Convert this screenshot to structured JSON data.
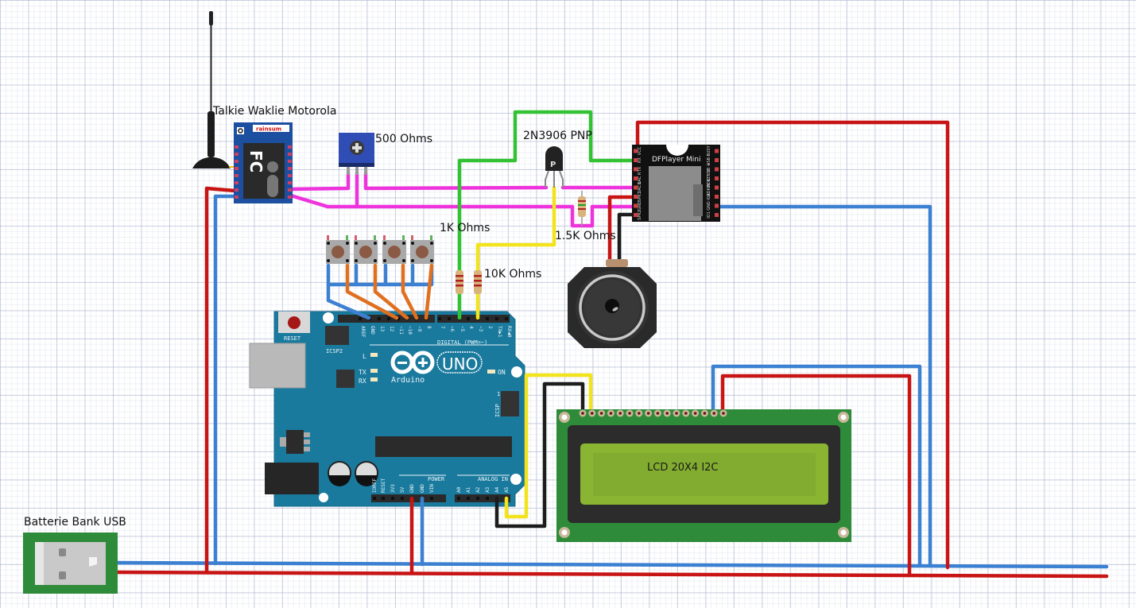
{
  "diagram": {
    "type": "breadboard-schematic",
    "labels": {
      "walkie": "Talkie Waklie Motorola",
      "pot": "500 Ohms",
      "transistor": "2N3906 PNP",
      "r1k": "1K Ohms",
      "r1_5k": "1.5K Ohms",
      "r10k": "10K Ohms",
      "lcd": "LCD 20X4 I2C",
      "battery": "Batterie Bank USB"
    },
    "components": {
      "radio_module": {
        "brand": "rainsum",
        "marking": "FC"
      },
      "transistor_mark": "P",
      "dfplayer": {
        "title": "DFPlayer Mini",
        "left_pins": [
          "VCC",
          "RX",
          "TX",
          "DAC R",
          "DAC L",
          "SPK1",
          "GND",
          "SPK2"
        ],
        "right_pins": [
          "BUSY",
          "USB -",
          "USB +",
          "ADKEY 2",
          "ADKEY 1",
          "IO2",
          "GND",
          "IO1"
        ]
      },
      "arduino": {
        "brand": "Arduino",
        "model": "UNO",
        "reset": "RESET",
        "icsp2": "ICSP2",
        "icsp": "ICSP",
        "icsp_pin1": "1",
        "led_l": "L",
        "led_tx": "TX",
        "led_rx": "RX",
        "led_on": "ON",
        "digital_label": "DIGITAL (PWM=~)",
        "digital_pins": [
          "AREF",
          "GND",
          "13",
          "12",
          "~11",
          "~10",
          "~9",
          "8",
          "7",
          "~6",
          "~5",
          "4",
          "~3",
          "2",
          "TX▶1",
          "RX◀0"
        ],
        "power_label": "POWER",
        "power_pins": [
          "IOREF",
          "RESET",
          "3V3",
          "5V",
          "GND",
          "GND",
          "VIN"
        ],
        "analog_label": "ANALOG IN",
        "analog_pins": [
          "A0",
          "A1",
          "A2",
          "A3",
          "A4",
          "A5"
        ]
      }
    },
    "wire_colors": {
      "power": "#cc1111",
      "ground": "#3a7fd0",
      "audio": "#ee33dd",
      "signal_green": "#33c233",
      "signal_yellow": "#f0e020",
      "buttons": "#e07020",
      "i2c_black": "#1a1a1a"
    },
    "board_colors": {
      "arduino": "#1a7a9e",
      "lcd_pcb": "#2e8b3a",
      "lcd_screen": "#8ab532",
      "radio_pcb": "#1d4fa0",
      "dfplayer": "#111111"
    }
  }
}
